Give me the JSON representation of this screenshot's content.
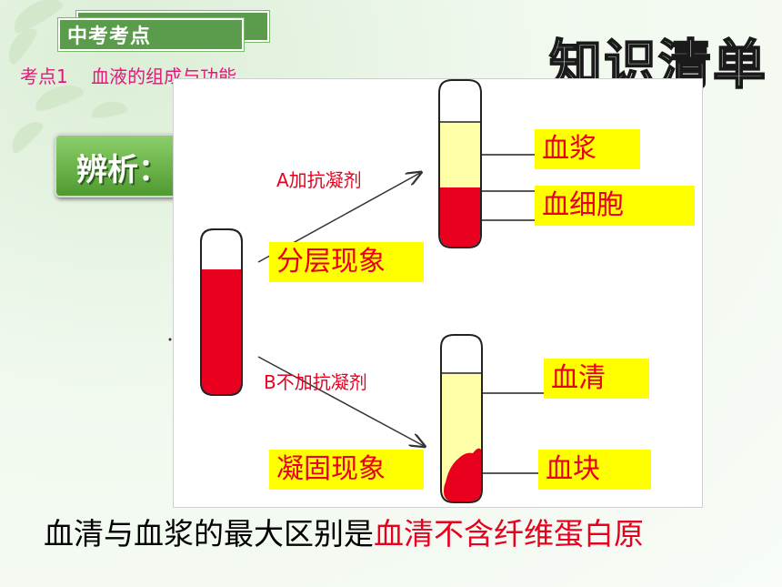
{
  "header": {
    "badge": "中考考点",
    "topic": "考点1    血液的组成与功能",
    "corner_title": "知识清单"
  },
  "analysis_button": "辨析：",
  "diagram": {
    "label_a": "A加抗凝剂",
    "label_b": "B不加抗凝剂",
    "layering": "分层现象",
    "clotting": "凝固现象",
    "plasma": "血浆",
    "blood_cells": "血细胞",
    "serum": "血清",
    "clot": "血块"
  },
  "conclusion": {
    "prefix": "血清与血浆的最大区别是",
    "highlight": "血清不含纤维蛋白原"
  },
  "colors": {
    "blood": "#e8001e",
    "plasma": "#ffffa8",
    "label_bg": "#ffff00",
    "badge": "#5a9c4c"
  }
}
